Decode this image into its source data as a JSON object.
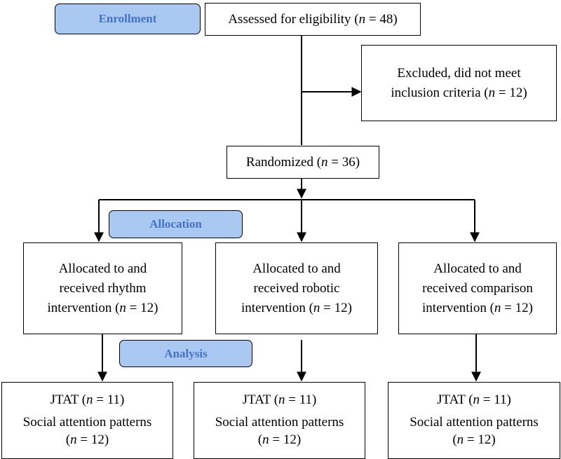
{
  "phases": {
    "enrollment": "Enrollment",
    "allocation": "Allocation",
    "analysis": "Analysis"
  },
  "assessed": {
    "text": "Assessed for eligibility (",
    "n_symbol": "n",
    "n_value": " = 48)"
  },
  "excluded": {
    "line1": "Excluded, did not meet",
    "line2_prefix": "inclusion criteria (",
    "n_symbol": "n",
    "n_value": " = 12)"
  },
  "randomized": {
    "text": "Randomized (",
    "n_symbol": "n",
    "n_value": " = 36)"
  },
  "allocation_groups": [
    {
      "line1": "Allocated to and",
      "line2": "received rhythm",
      "line3_prefix": "intervention (",
      "n_symbol": "n",
      "n_value": " = 12)"
    },
    {
      "line1": "Allocated to and",
      "line2": "received robotic",
      "line3_prefix": "intervention (",
      "n_symbol": "n",
      "n_value": " = 12)"
    },
    {
      "line1": "Allocated to and",
      "line2": "received comparison",
      "line3_prefix": "intervention (",
      "n_symbol": "n",
      "n_value": " = 12)"
    }
  ],
  "analysis_groups": [
    {
      "jtat_prefix": "JTAT  (",
      "jtat_n_symbol": "n",
      "jtat_n_value": " = 11)",
      "social_label": "Social attention patterns",
      "social_prefix": "(",
      "social_n_symbol": "n",
      "social_n_value": " = 12)"
    },
    {
      "jtat_prefix": "JTAT  (",
      "jtat_n_symbol": "n",
      "jtat_n_value": " = 11)",
      "social_label": "Social attention patterns",
      "social_prefix": "(",
      "social_n_symbol": "n",
      "social_n_value": " = 12)"
    },
    {
      "jtat_prefix": "JTAT  (",
      "jtat_n_symbol": "n",
      "jtat_n_value": " = 11)",
      "social_label": "Social attention patterns",
      "social_prefix": "(",
      "social_n_symbol": "n",
      "social_n_value": " = 12)"
    }
  ]
}
